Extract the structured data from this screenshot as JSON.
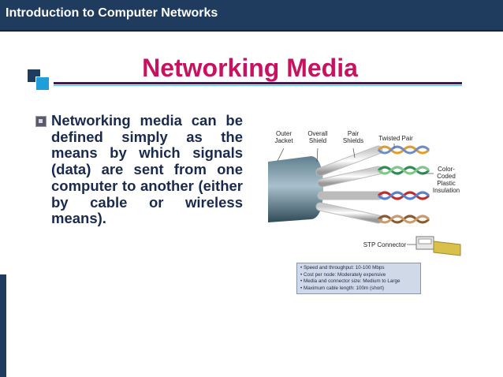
{
  "header": {
    "title": "Introduction to Computer Networks"
  },
  "slide": {
    "title": "Networking Media",
    "bullet": "Networking media can be defined simply as the means by which signals (data) are sent from one computer to another (either by cable or wireless means)."
  },
  "figure": {
    "labels": {
      "outer_jacket": "Outer Jacket",
      "overall_shield": "Overall Shield",
      "pair_shields": "Pair Shields",
      "twisted_pair": "Twisted Pair",
      "color_coded": "Color-Coded Plastic Insulation",
      "stp_connector": "STP Connector"
    },
    "specs": [
      "Speed and throughput:  10-100 Mbps",
      "Cost per node: Moderately expensive",
      "Media and connector size:  Medium to Large",
      "Maximum cable length:  100m (short)"
    ]
  },
  "colors": {
    "header_bg": "#1f3b5e",
    "title": "#c8125f",
    "text": "#1a2a4f"
  }
}
